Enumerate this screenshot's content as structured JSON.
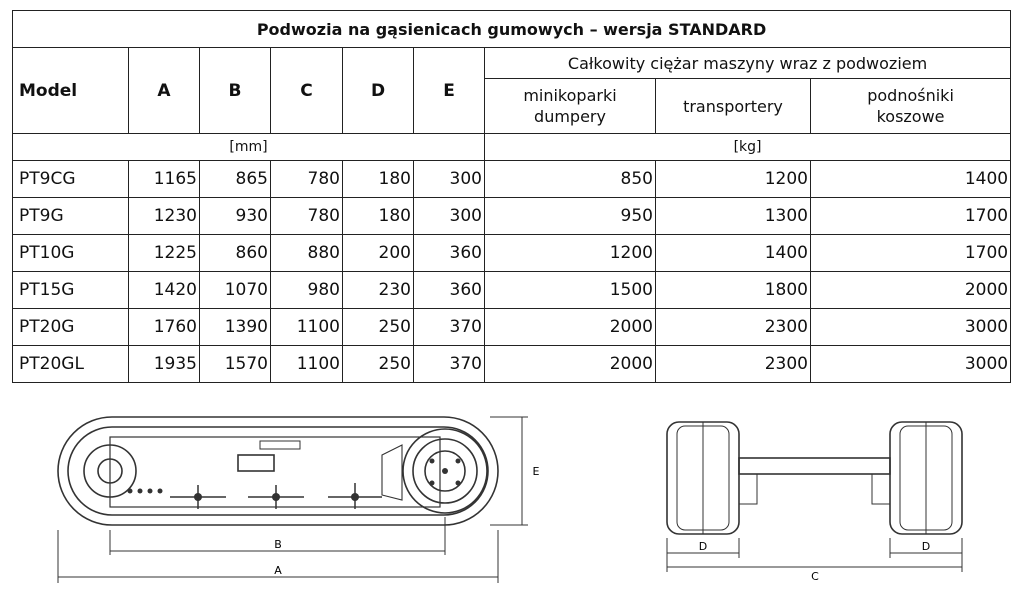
{
  "table": {
    "title": "Podwozia na gąsienicach gumowych – wersja STANDARD",
    "model_header": "Model",
    "dim_headers": [
      "A",
      "B",
      "C",
      "D",
      "E"
    ],
    "weight_header": "Całkowity ciężar maszyny wraz z podwoziem",
    "weight_sub": [
      {
        "line1": "minikoparki",
        "line2": "dumpery"
      },
      {
        "line1": "transportery",
        "line2": ""
      },
      {
        "line1": "podnośniki",
        "line2": "koszowe"
      }
    ],
    "unit_dims": "[mm]",
    "unit_weight": "[kg]",
    "rows": [
      {
        "model": "PT9CG",
        "A": "1165",
        "B": "865",
        "C": "780",
        "D": "180",
        "E": "300",
        "w1": "850",
        "w2": "1200",
        "w3": "1400"
      },
      {
        "model": "PT9G",
        "A": "1230",
        "B": "930",
        "C": "780",
        "D": "180",
        "E": "300",
        "w1": "950",
        "w2": "1300",
        "w3": "1700"
      },
      {
        "model": "PT10G",
        "A": "1225",
        "B": "860",
        "C": "880",
        "D": "200",
        "E": "360",
        "w1": "1200",
        "w2": "1400",
        "w3": "1700"
      },
      {
        "model": "PT15G",
        "A": "1420",
        "B": "1070",
        "C": "980",
        "D": "230",
        "E": "360",
        "w1": "1500",
        "w2": "1800",
        "w3": "2000"
      },
      {
        "model": "PT20G",
        "A": "1760",
        "B": "1390",
        "C": "1100",
        "D": "250",
        "E": "370",
        "w1": "2000",
        "w2": "2300",
        "w3": "3000"
      },
      {
        "model": "PT20GL",
        "A": "1935",
        "B": "1570",
        "C": "1100",
        "D": "250",
        "E": "370",
        "w1": "2000",
        "w2": "2300",
        "w3": "3000"
      }
    ]
  },
  "drawing_side": {
    "label_A": "A",
    "label_B": "B",
    "label_E": "E"
  },
  "drawing_front": {
    "label_C": "C",
    "label_D_left": "D",
    "label_D_right": "D"
  }
}
